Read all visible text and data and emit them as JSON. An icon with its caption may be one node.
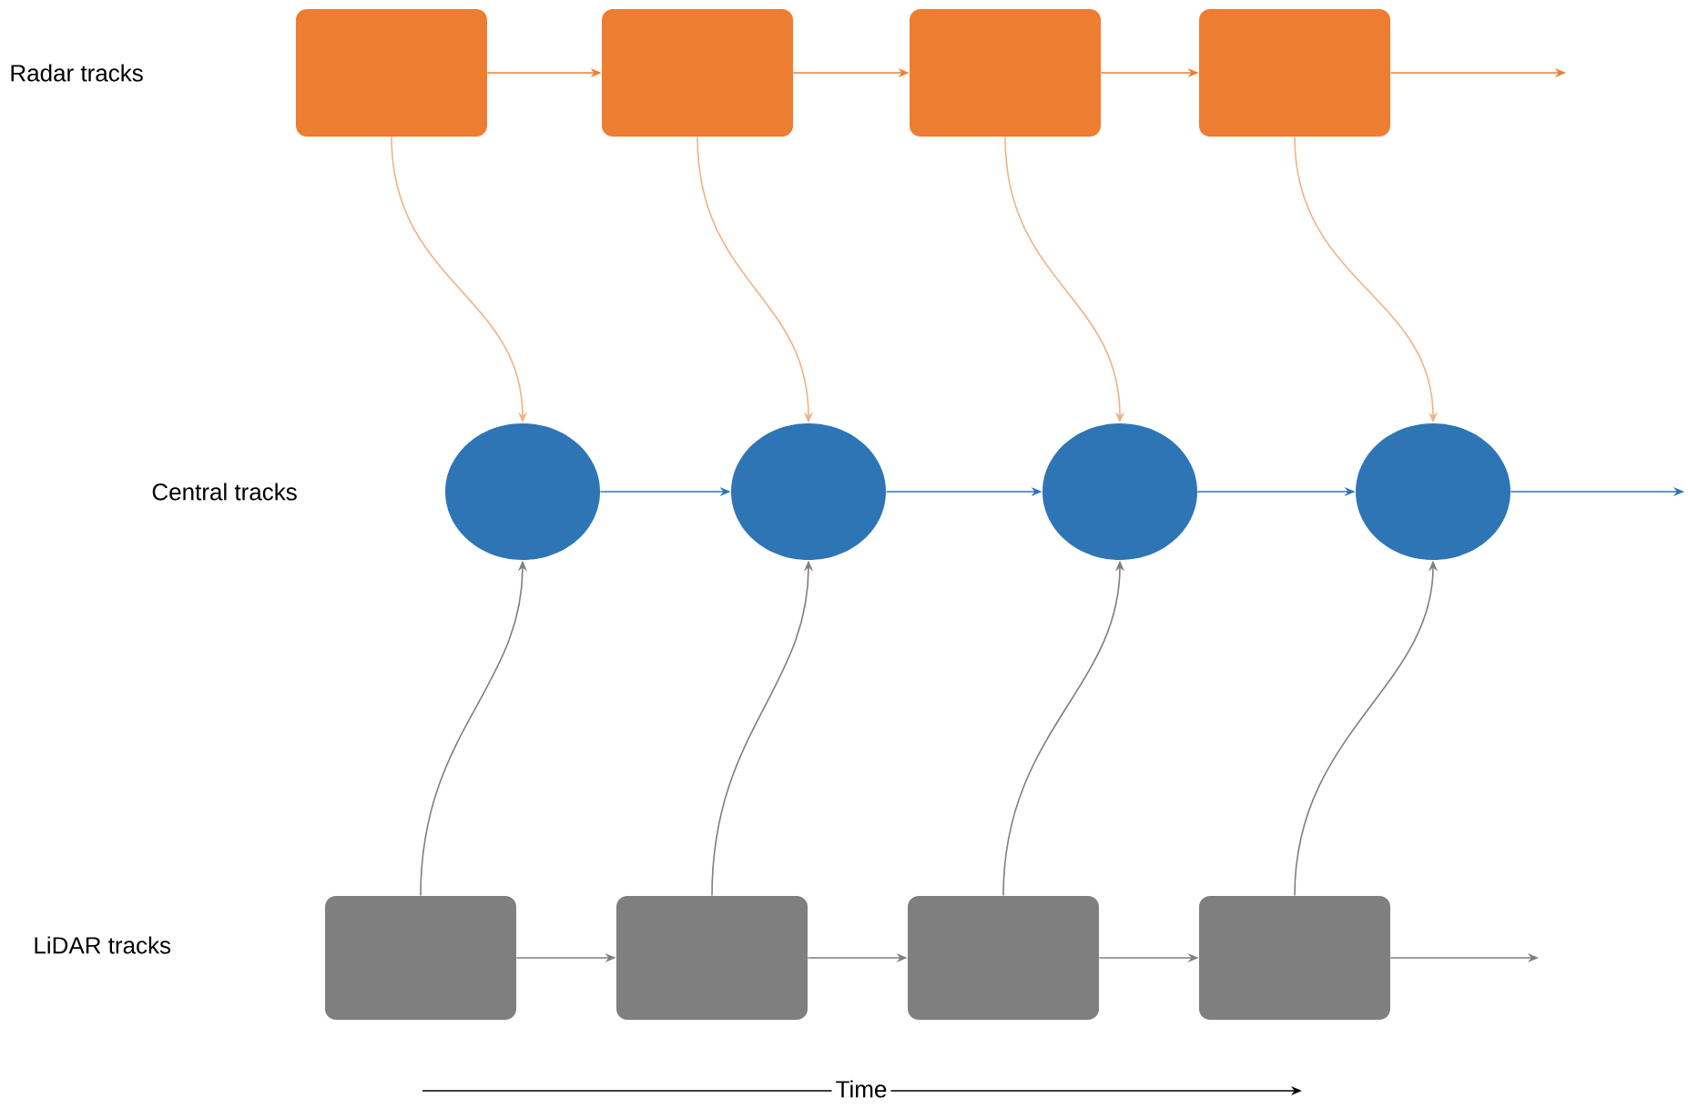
{
  "diagram": {
    "nodes": [
      {
        "text": [],
        "shape": "box"
      },
      {
        "text": [],
        "shape": "box"
      },
      {
        "text": [],
        "shape": "box"
      },
      {
        "text": [],
        "shape": "box"
      },
      {
        "text": [],
        "shape": "circle"
      },
      {
        "text": [],
        "shape": "circle"
      },
      {
        "text": [],
        "shape": "circle"
      },
      {
        "text": [],
        "shape": "circle"
      },
      {
        "text": [],
        "shape": "box"
      },
      {
        "text": [],
        "shape": "box"
      },
      {
        "text": [],
        "shape": "box"
      },
      {
        "text": [],
        "shape": "box"
      }
    ],
    "edges": [
      {
        "from": 0,
        "to": 1,
        "arrow": "to",
        "color": "#ed7d31"
      },
      {
        "from": 1,
        "to": 2,
        "arrow": "to",
        "color": "#ed7d31"
      },
      {
        "from": 2,
        "to": 3,
        "arrow": "to",
        "color": "#ed7d31"
      },
      {
        "from": 3,
        "to": null,
        "arrow": "to",
        "color": "#ed7d31"
      },
      {
        "from": 0,
        "to": 4,
        "arrow": "to",
        "color": "#f4b183"
      },
      {
        "from": 1,
        "to": 5,
        "arrow": "to",
        "color": "#f4b183"
      },
      {
        "from": 2,
        "to": 6,
        "arrow": "to",
        "color": "#f4b183"
      },
      {
        "from": 3,
        "to": 7,
        "arrow": "to",
        "color": "#f4b183"
      },
      {
        "from": 4,
        "to": 5,
        "arrow": "to",
        "color": "#2e75b6"
      },
      {
        "from": 5,
        "to": 6,
        "arrow": "to",
        "color": "#2e75b6"
      },
      {
        "from": 6,
        "to": 7,
        "arrow": "to",
        "color": "#2e75b6"
      },
      {
        "from": 7,
        "to": null,
        "arrow": "to",
        "color": "#2e75b6"
      },
      {
        "from": 8,
        "to": 4,
        "arrow": "to",
        "color": "#7f7f7f"
      },
      {
        "from": 9,
        "to": 5,
        "arrow": "to",
        "color": "#7f7f7f"
      },
      {
        "from": 10,
        "to": 6,
        "arrow": "to",
        "color": "#7f7f7f"
      },
      {
        "from": 11,
        "to": 7,
        "arrow": "to",
        "color": "#7f7f7f"
      },
      {
        "from": 8,
        "to": 9,
        "arrow": "to",
        "color": "#7f7f7f"
      },
      {
        "from": 9,
        "to": 10,
        "arrow": "to",
        "color": "#7f7f7f"
      },
      {
        "from": 10,
        "to": 11,
        "arrow": "to",
        "color": "#7f7f7f"
      },
      {
        "from": 11,
        "to": null,
        "arrow": "to",
        "color": "#7f7f7f"
      }
    ],
    "labels": [
      "Radar tracks",
      "Central tracks",
      "LiDAR tracks",
      "Time"
    ]
  }
}
